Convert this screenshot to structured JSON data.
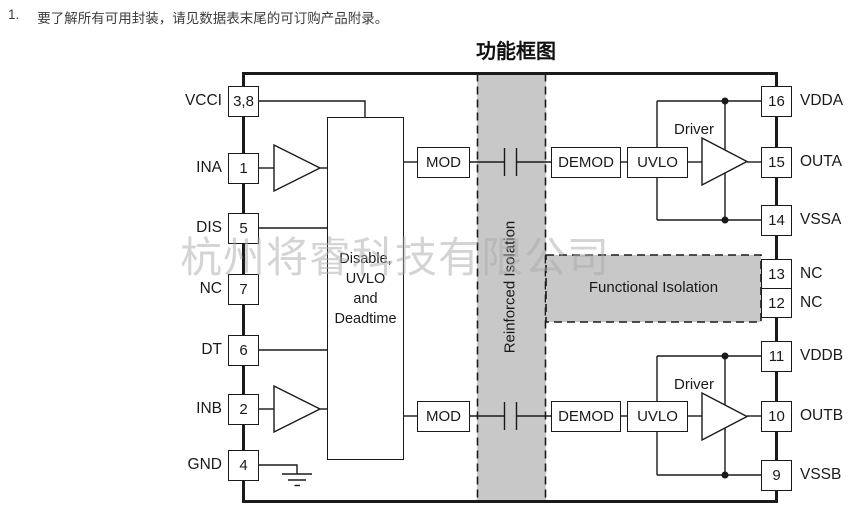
{
  "page": {
    "note_number": "1.",
    "note_text": "要了解所有可用封装，请见数据表末尾的可订购产品附录。",
    "title": "功能框图",
    "watermark": "杭州将睿科技有限公司"
  },
  "colors": {
    "line": "#1a1a1a",
    "isolation_fill": "#c8c8c8",
    "watermark": "#ababab"
  },
  "pins": {
    "left": [
      {
        "label": "VCCI",
        "number": "3,8"
      },
      {
        "label": "INA",
        "number": "1"
      },
      {
        "label": "DIS",
        "number": "5"
      },
      {
        "label": "NC",
        "number": "7"
      },
      {
        "label": "DT",
        "number": "6"
      },
      {
        "label": "INB",
        "number": "2"
      },
      {
        "label": "GND",
        "number": "4"
      }
    ],
    "right": [
      {
        "number": "16",
        "label": "VDDA"
      },
      {
        "number": "15",
        "label": "OUTA"
      },
      {
        "number": "14",
        "label": "VSSA"
      },
      {
        "number": "13",
        "label": "NC"
      },
      {
        "number": "12",
        "label": "NC"
      },
      {
        "number": "11",
        "label": "VDDB"
      },
      {
        "number": "10",
        "label": "OUTB"
      },
      {
        "number": "9",
        "label": "VSSB"
      }
    ]
  },
  "blocks": {
    "control_lines": [
      "Disable,",
      "UVLO",
      "and",
      "Deadtime"
    ],
    "mod_a": "MOD",
    "demod_a": "DEMOD",
    "uvlo_a": "UVLO",
    "driver_a": "Driver",
    "mod_b": "MOD",
    "demod_b": "DEMOD",
    "uvlo_b": "UVLO",
    "driver_b": "Driver",
    "reinforced_isolation": "Reinforced Isolation",
    "functional_isolation": "Functional Isolation"
  }
}
